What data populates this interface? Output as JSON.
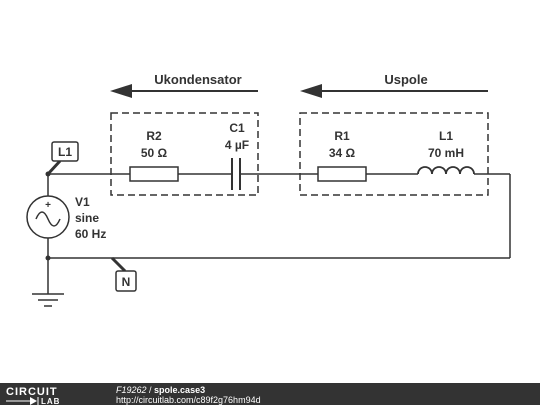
{
  "diagram": {
    "arrows": {
      "capacitor_voltage": "Ukondensator",
      "coil_voltage": "Uspole"
    },
    "components": {
      "R2": {
        "name": "R2",
        "value": "50 Ω"
      },
      "C1": {
        "name": "C1",
        "value": "4 µF"
      },
      "R1": {
        "name": "R1",
        "value": "34 Ω"
      },
      "L1": {
        "name": "L1",
        "value": "70 mH"
      },
      "V1": {
        "name": "V1",
        "type": "sine",
        "frequency": "60 Hz"
      }
    },
    "net_labels": {
      "top": "L1",
      "bottom": "N"
    }
  },
  "footer": {
    "logo_top": "CIRCUIT",
    "logo_bottom": "LAB",
    "circuit_id": "F19262",
    "separator": " / ",
    "circuit_name": "spole.case3",
    "url": "http://circuitlab.com/c89f2g76hm94d"
  },
  "colors": {
    "wire": "#333333",
    "footer_bg": "#333333",
    "footer_text": "#ffffff"
  }
}
